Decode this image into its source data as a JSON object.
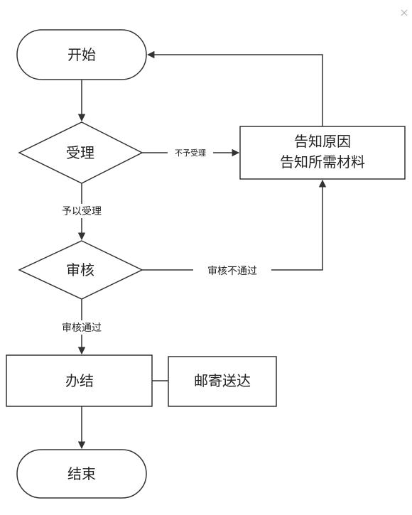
{
  "window": {
    "close_icon": "close-icon"
  },
  "nodes": {
    "start": "开始",
    "accept": "受理",
    "review": "审核",
    "notify_line1": "告知原因",
    "notify_line2": "告知所需材料",
    "complete": "办结",
    "mail": "邮寄送达",
    "end": "结束"
  },
  "edges": {
    "not_accept": "不予受理",
    "accept": "予以受理",
    "review_fail": "审核不通过",
    "review_pass": "审核通过"
  }
}
